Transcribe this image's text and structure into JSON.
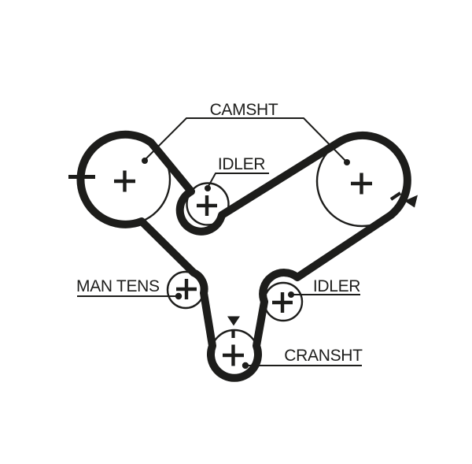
{
  "diagram": {
    "type": "timing-belt-routing-diagram",
    "background_color": "#ffffff",
    "line_color": "#1d1d1b",
    "labels": {
      "camshaft": "CAMSHT",
      "idler_top": "IDLER",
      "idler_lower": "IDLER",
      "manual_tensioner": "MAN TENS",
      "crankshaft": "CRANSHT"
    },
    "pulleys": [
      {
        "id": "camshaft-left",
        "label": "CAMSHT",
        "size": "large",
        "center_mark": "+"
      },
      {
        "id": "idler-top",
        "label": "IDLER",
        "size": "small",
        "center_mark": "+"
      },
      {
        "id": "camshaft-right",
        "label": "CAMSHT",
        "size": "large",
        "center_mark": "+"
      },
      {
        "id": "idler-lower",
        "label": "IDLER",
        "size": "small",
        "center_mark": "+"
      },
      {
        "id": "crankshaft",
        "label": "CRANSHT",
        "size": "medium",
        "center_mark": "+"
      },
      {
        "id": "manual-tensioner",
        "label": "MAN TENS",
        "size": "small",
        "center_mark": "+"
      }
    ],
    "alignment_marks": [
      {
        "on": "camshaft-left",
        "type": "double-dash",
        "position": "left-side"
      },
      {
        "on": "camshaft-right",
        "type": "tick-with-arrow",
        "position": "lower-right"
      },
      {
        "on": "crankshaft",
        "type": "arrow-with-dash",
        "position": "top"
      }
    ]
  }
}
